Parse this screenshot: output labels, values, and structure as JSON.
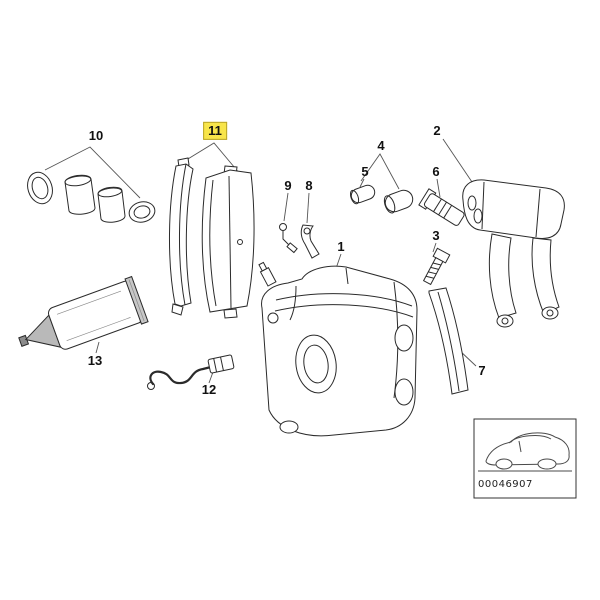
{
  "diagram": {
    "labels": {
      "n1": "1",
      "n2": "2",
      "n3": "3",
      "n4": "4",
      "n5": "5",
      "n6": "6",
      "n7": "7",
      "n8": "8",
      "n9": "9",
      "n10": "10",
      "n11": "11",
      "n12": "12",
      "n13": "13"
    },
    "highlighted_part": "11",
    "highlight_color": "#F8E54A",
    "footer_code": "00046907",
    "line_color": "#2b2b2b",
    "background_color": "#ffffff"
  }
}
